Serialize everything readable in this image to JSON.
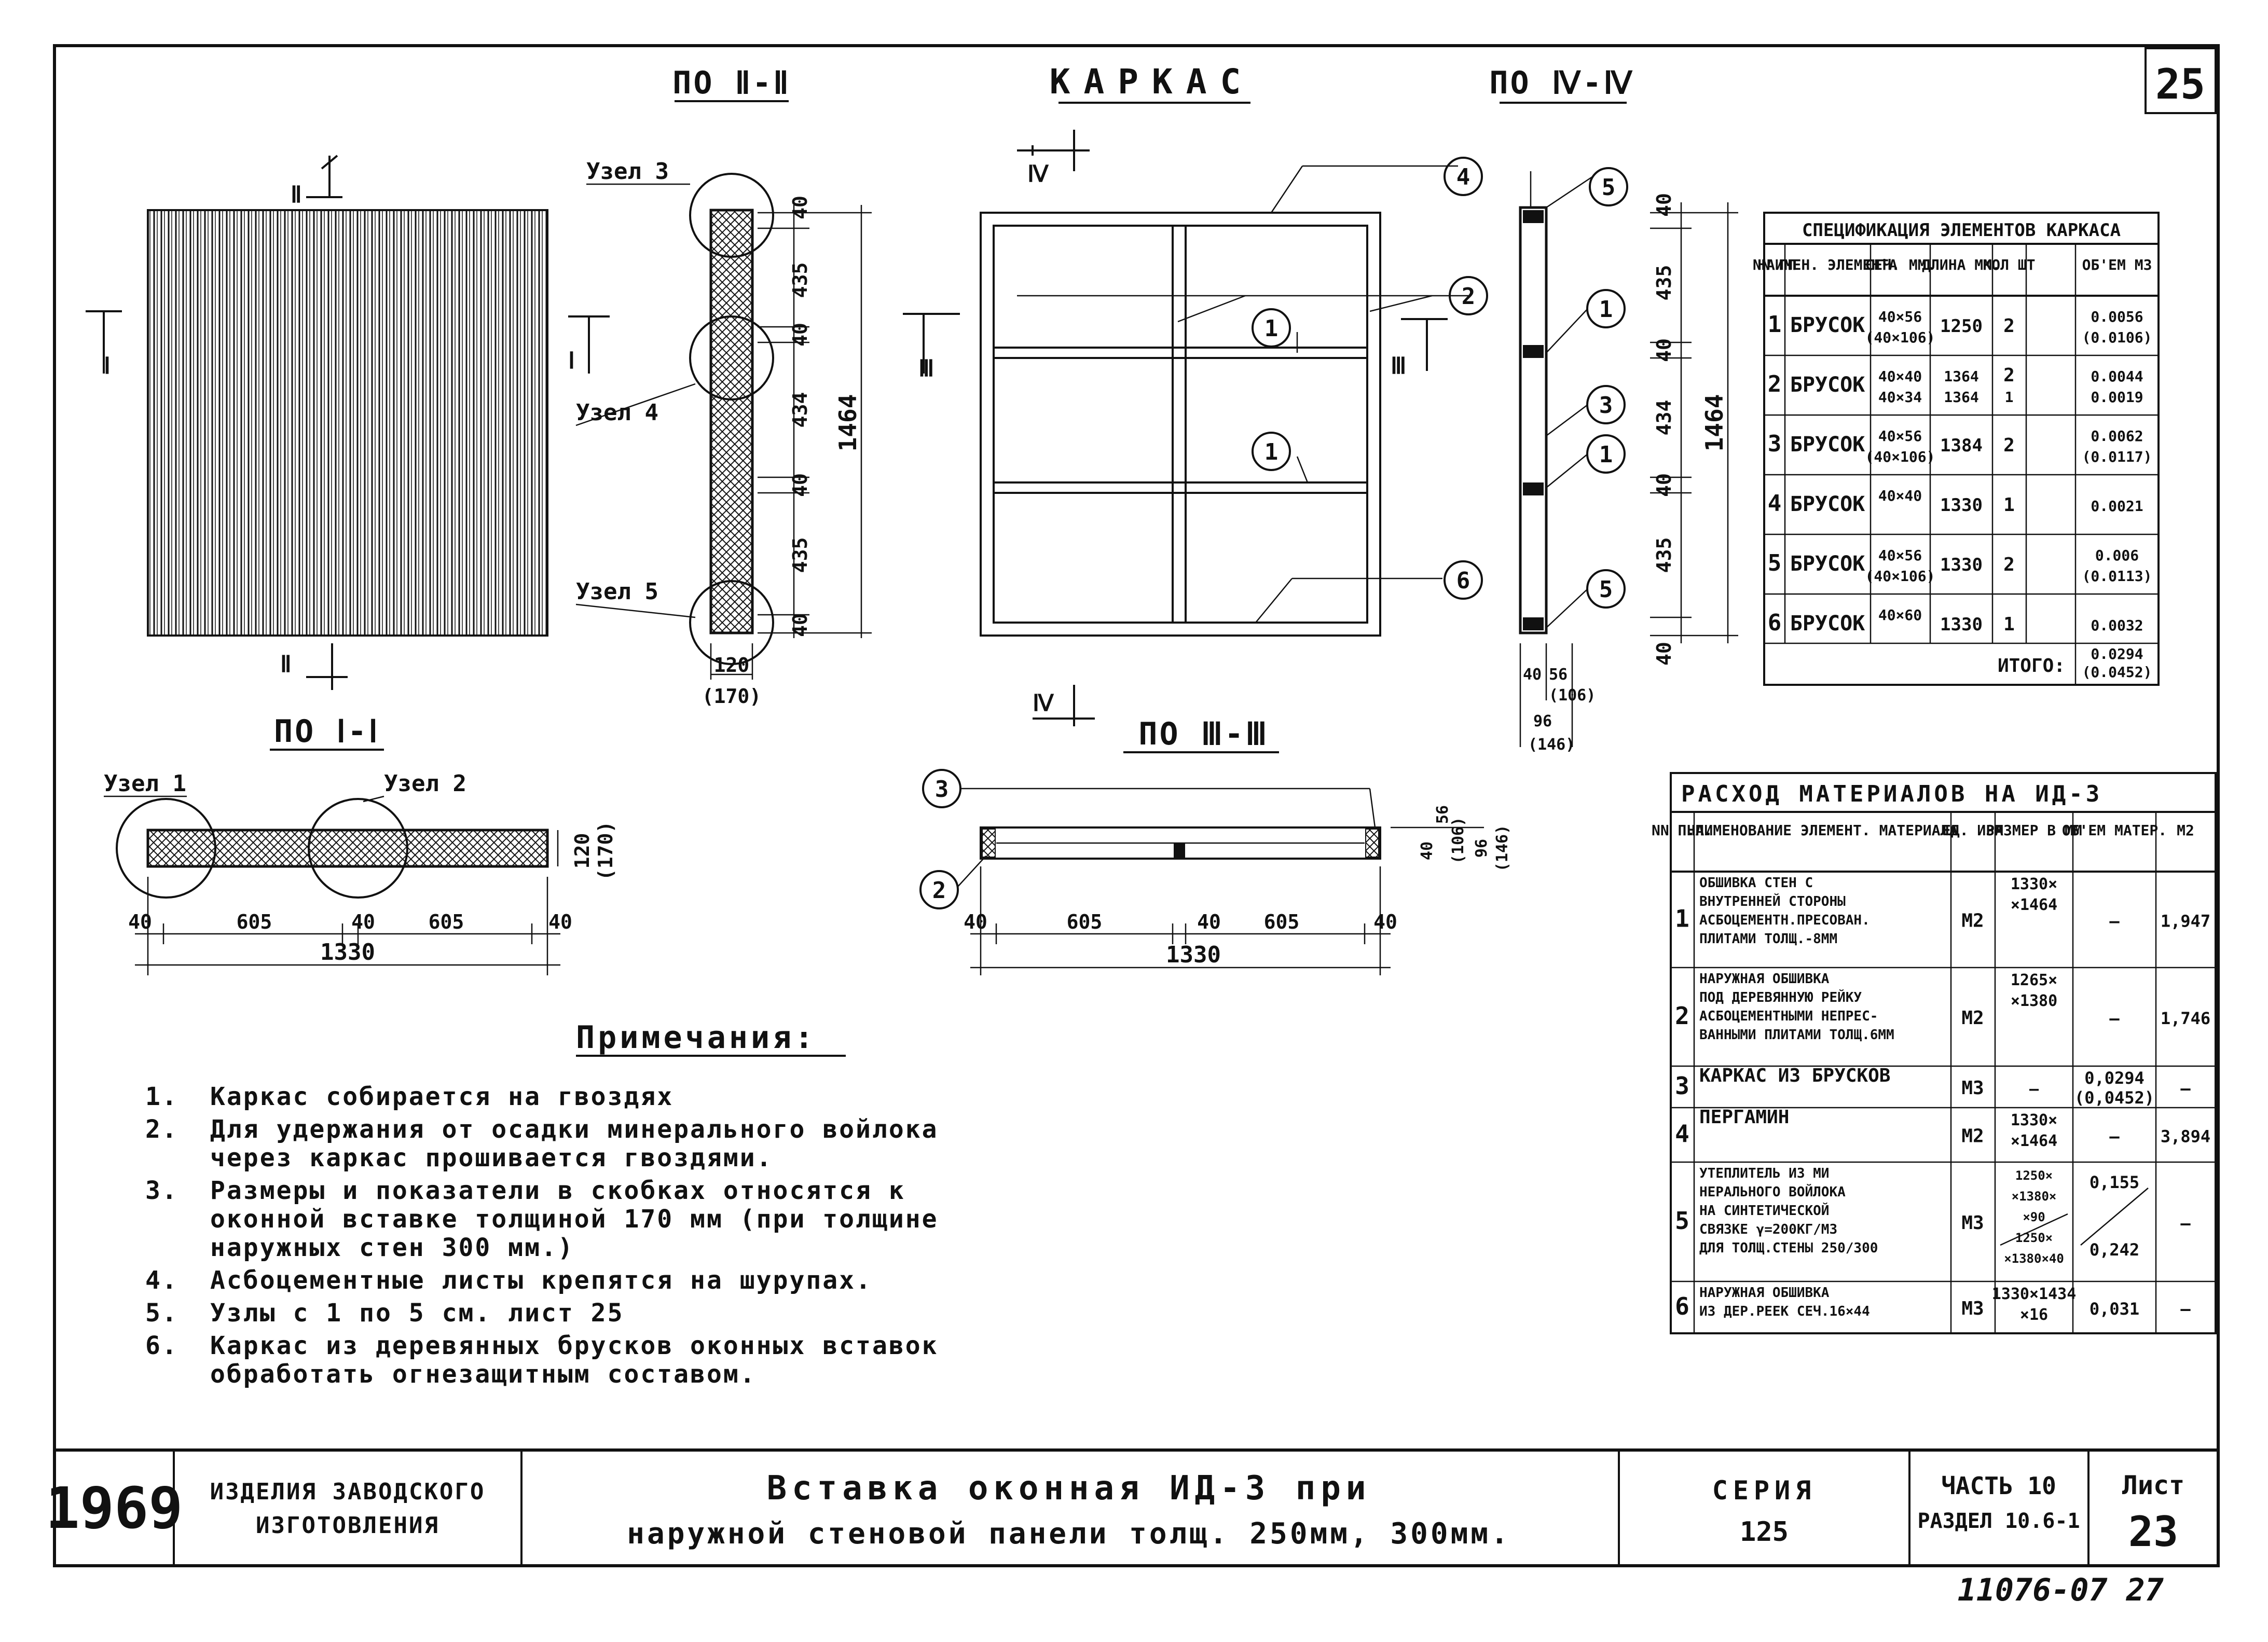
{
  "sheet_number": "25",
  "views": {
    "section_2_2": "ПО Ⅱ-Ⅱ",
    "frame": "КАРКАС",
    "section_4_4": "ПО Ⅳ-Ⅳ",
    "section_1_1": "ПО Ⅰ-Ⅰ",
    "section_3_3": "ПО Ⅲ-Ⅲ"
  },
  "cut_marks": {
    "ii_top": "Ⅱ",
    "ii_bottom": "Ⅱ",
    "i_left": "Ⅰ",
    "i_mid": "Ⅰ",
    "iv_top": "Ⅳ",
    "iv_bottom": "Ⅳ",
    "iii_left": "Ⅲ",
    "iii_mid": "Ⅲ"
  },
  "nodes": {
    "n1": "Узел 1",
    "n2": "Узел 2",
    "n3": "Узел 3",
    "n4": "Узел 4",
    "n5": "Узел 5"
  },
  "dimensions": {
    "section2": [
      "40",
      "435",
      "40",
      "434",
      "40",
      "435",
      "40"
    ],
    "section2_total": "1464",
    "section2_width": "120",
    "section2_width_alt": "(170)",
    "section1": [
      "40",
      "605",
      "40",
      "605",
      "40"
    ],
    "section1_total": "1330",
    "section1_depth": "120",
    "section1_depth_alt": "(170)",
    "section3": [
      "40",
      "605",
      "40",
      "605",
      "40"
    ],
    "section3_total": "1330",
    "section3_side": [
      "40",
      "56",
      "(106)",
      "96",
      "(146)"
    ],
    "section4": [
      "40",
      "435",
      "40",
      "434",
      "40",
      "435",
      "40"
    ],
    "section4_total": "1464",
    "section4_bottom": [
      "40",
      "56",
      "(106)",
      "96",
      "(146)"
    ]
  },
  "callouts": [
    "1",
    "2",
    "3",
    "4",
    "5",
    "6"
  ],
  "spec_table": {
    "title": "СПЕЦИФИКАЦИЯ ЭЛЕМЕНТОВ КАРКАСА",
    "headers": [
      "NN ПП",
      "НАИМЕН. ЭЛЕМЕНТА",
      "СЕЧ. ММ.",
      "ДЛИНА ММ.",
      "КОЛ ШТ",
      "ОБ'ЕМ М3"
    ],
    "rows": [
      {
        "n": "1",
        "name": "БРУСОК",
        "sec": "40×56",
        "sec2": "(40×106)",
        "len": "1250",
        "len2": "",
        "qty": "2",
        "qty2": "",
        "vol": "0.0056",
        "vol2": "(0.0106)"
      },
      {
        "n": "2",
        "name": "БРУСОК",
        "sec": "40×40",
        "sec2": "40×34",
        "len": "1364",
        "len2": "1364",
        "qty": "2",
        "qty2": "1",
        "vol": "0.0044",
        "vol2": "0.0019"
      },
      {
        "n": "3",
        "name": "БРУСОК",
        "sec": "40×56",
        "sec2": "(40×106)",
        "len": "1384",
        "len2": "",
        "qty": "2",
        "qty2": "",
        "vol": "0.0062",
        "vol2": "(0.0117)"
      },
      {
        "n": "4",
        "name": "БРУСОК",
        "sec": "40×40",
        "sec2": "",
        "len": "1330",
        "len2": "",
        "qty": "1",
        "qty2": "",
        "vol": "0.0021",
        "vol2": ""
      },
      {
        "n": "5",
        "name": "БРУСОК",
        "sec": "40×56",
        "sec2": "(40×106)",
        "len": "1330",
        "len2": "",
        "qty": "2",
        "qty2": "",
        "vol": "0.006",
        "vol2": "(0.0113)"
      },
      {
        "n": "6",
        "name": "БРУСОК",
        "sec": "40×60",
        "sec2": "",
        "len": "1330",
        "len2": "",
        "qty": "1",
        "qty2": "",
        "vol": "0.0032",
        "vol2": ""
      }
    ],
    "total_label": "ИТОГО:",
    "total": "0.0294",
    "total_alt": "(0.0452)"
  },
  "materials_table": {
    "title": "РАСХОД МАТЕРИАЛОВ НА ИД-3",
    "headers": [
      "NN П.П.",
      "НАИМЕНОВАНИЕ ЭЛЕМЕНТ. МАТЕРИАЛА",
      "ЕД. ИЗМ",
      "РАЗМЕР В ММ",
      "ОБ'ЕМ МАТЕР.",
      "М2"
    ],
    "rows": [
      {
        "n": "1",
        "lines": [
          "ОБШИВКА СТЕН С",
          "ВНУТРЕННЕЙ СТОРОНЫ",
          "АСБОЦЕМЕНТН.ПРЕСОВАН.",
          "ПЛИТАМИ ТОЛЩ.-8ММ"
        ],
        "unit": "М2",
        "size": [
          "1330×",
          "×1464"
        ],
        "vol": [
          "—"
        ],
        "area": "1,947"
      },
      {
        "n": "2",
        "lines": [
          "НАРУЖНАЯ ОБШИВКА",
          "ПОД ДЕРЕВЯННУЮ РЕЙКУ",
          "АСБОЦЕМЕНТНЫМИ НЕПРЕС-",
          "ВАННЫМИ ПЛИТАМИ ТОЛЩ.6ММ"
        ],
        "unit": "М2",
        "size": [
          "1265×",
          "×1380"
        ],
        "vol": [
          "—"
        ],
        "area": "1,746"
      },
      {
        "n": "3",
        "lines": [
          "КАРКАС ИЗ БРУСКОВ"
        ],
        "unit": "М3",
        "size": [
          "—"
        ],
        "vol": [
          "0,0294",
          "(0,0452)"
        ],
        "area": "—"
      },
      {
        "n": "4",
        "lines": [
          "ПЕРГАМИН"
        ],
        "unit": "М2",
        "size": [
          "1330×",
          "×1464"
        ],
        "vol": [
          "—"
        ],
        "area": "3,894"
      },
      {
        "n": "5",
        "lines": [
          "УТЕПЛИТЕЛЬ ИЗ МИ",
          "НЕРАЛЬНОГО ВОЙЛОКА",
          "НА СИНТЕТИЧЕСКОЙ",
          "СВЯЗКЕ γ=200КГ/М3",
          "ДЛЯ ТОЛЩ.СТЕНЫ 250/300"
        ],
        "unit": "М3",
        "size": [
          "1250×",
          "×1380×",
          "×90",
          "1250×",
          "×1380×40"
        ],
        "vol": [
          "0,155",
          "0,242"
        ],
        "area": "—"
      },
      {
        "n": "6",
        "lines": [
          "НАРУЖНАЯ ОБШИВКА",
          "ИЗ ДЕР.РЕЕК СЕЧ.16×44"
        ],
        "unit": "М3",
        "size": [
          "1330×1434",
          "×16"
        ],
        "vol": [
          "0,031"
        ],
        "area": "—"
      }
    ]
  },
  "notes": {
    "title": "Примечания:",
    "items": [
      {
        "n": "1.",
        "lines": [
          "Каркас собирается на гвоздях"
        ]
      },
      {
        "n": "2.",
        "lines": [
          "Для удержания от осадки минерального войлока",
          "через каркас прошивается гвоздями."
        ]
      },
      {
        "n": "3.",
        "lines": [
          "Размеры и показатели в скобках относятся к",
          "оконной вставке толщиной 170 мм (при толщине",
          "наружных стен 300 мм.)"
        ]
      },
      {
        "n": "4.",
        "lines": [
          "Асбоцементные листы крепятся на шурупах."
        ]
      },
      {
        "n": "5.",
        "lines": [
          "Узлы с 1 по 5 см. лист 25"
        ]
      },
      {
        "n": "6.",
        "lines": [
          "Каркас из деревянных брусков оконных вставок",
          "обработать огнезащитным составом."
        ]
      }
    ]
  },
  "title_block": {
    "year": "1969",
    "category_1": "ИЗДЕЛИЯ ЗАВОДСКОГО",
    "category_2": "ИЗГОТОВЛЕНИЯ",
    "title_1": "Вставка оконная ИД-3 при",
    "title_2": "наружной стеновой панели толщ. 250мм, 300мм.",
    "series_label": "СЕРИЯ",
    "series": "125",
    "part": "ЧАСТЬ 10",
    "section": "РАЗДЕЛ 10.6-1",
    "sheet_label": "Лист",
    "sheet": "23"
  },
  "stamp": "11076-07 27"
}
